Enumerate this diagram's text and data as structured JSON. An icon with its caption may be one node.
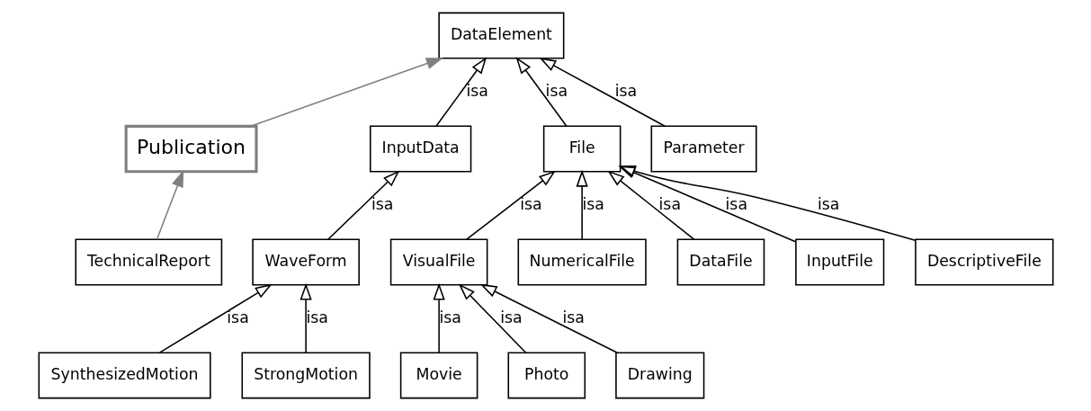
{
  "diagram": {
    "nodes": [
      {
        "text": [
          "DataElement"
        ]
      },
      {
        "text": [
          "Publication"
        ]
      },
      {
        "text": [
          "InputData"
        ]
      },
      {
        "text": [
          "File"
        ]
      },
      {
        "text": [
          "Parameter"
        ]
      },
      {
        "text": [
          "TechnicalReport"
        ]
      },
      {
        "text": [
          "WaveForm"
        ]
      },
      {
        "text": [
          "VisualFile"
        ]
      },
      {
        "text": [
          "NumericalFile"
        ]
      },
      {
        "text": [
          "DataFile"
        ]
      },
      {
        "text": [
          "InputFile"
        ]
      },
      {
        "text": [
          "DescriptiveFile"
        ]
      },
      {
        "text": [
          "SynthesizedMotion"
        ]
      },
      {
        "text": [
          "StrongMotion"
        ]
      },
      {
        "text": [
          "Movie"
        ]
      },
      {
        "text": [
          "Photo"
        ]
      },
      {
        "text": [
          "Drawing"
        ]
      }
    ],
    "edges": [
      {
        "from": 1,
        "to": 0,
        "arrow": "to",
        "color": "#808080"
      },
      {
        "from": 2,
        "to": 0,
        "arrow": "to",
        "label": "isa"
      },
      {
        "from": 3,
        "to": 0,
        "arrow": "to",
        "label": "isa"
      },
      {
        "from": 4,
        "to": 0,
        "arrow": "to",
        "label": "isa"
      },
      {
        "from": 5,
        "to": 1,
        "arrow": "to",
        "color": "#808080"
      },
      {
        "from": 6,
        "to": 2,
        "arrow": "to",
        "label": "isa"
      },
      {
        "from": 7,
        "to": 3,
        "arrow": "to",
        "label": "isa"
      },
      {
        "from": 8,
        "to": 3,
        "arrow": "to",
        "label": "isa"
      },
      {
        "from": 9,
        "to": 3,
        "arrow": "to",
        "label": "isa"
      },
      {
        "from": 10,
        "to": 3,
        "arrow": "to",
        "label": "isa"
      },
      {
        "from": 11,
        "to": 3,
        "arrow": "to",
        "label": "isa"
      },
      {
        "from": 12,
        "to": 6,
        "arrow": "to",
        "label": "isa"
      },
      {
        "from": 13,
        "to": 6,
        "arrow": "to",
        "label": "isa"
      },
      {
        "from": 14,
        "to": 7,
        "arrow": "to",
        "label": "isa"
      },
      {
        "from": 15,
        "to": 7,
        "arrow": "to",
        "label": "isa"
      },
      {
        "from": 16,
        "to": 7,
        "arrow": "to",
        "label": "isa"
      }
    ]
  }
}
